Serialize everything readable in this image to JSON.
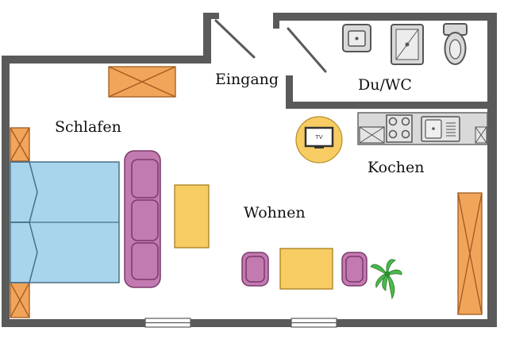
{
  "floor_plan": {
    "labels": {
      "entrance": "Eingang",
      "bathroom": "Du/WC",
      "bedroom": "Schlafen",
      "kitchen": "Kochen",
      "living": "Wohnen",
      "tv": "TV"
    },
    "colors": {
      "wall": "#5a5a5a",
      "cabinet": "#f0a55a",
      "bed": "#a8d4ec",
      "sofa": "#c27ab0",
      "table": "#f6cc63",
      "plant": "#4bb84b",
      "counter": "#d9d9d9",
      "tv_stand": "#f6cc63"
    }
  }
}
